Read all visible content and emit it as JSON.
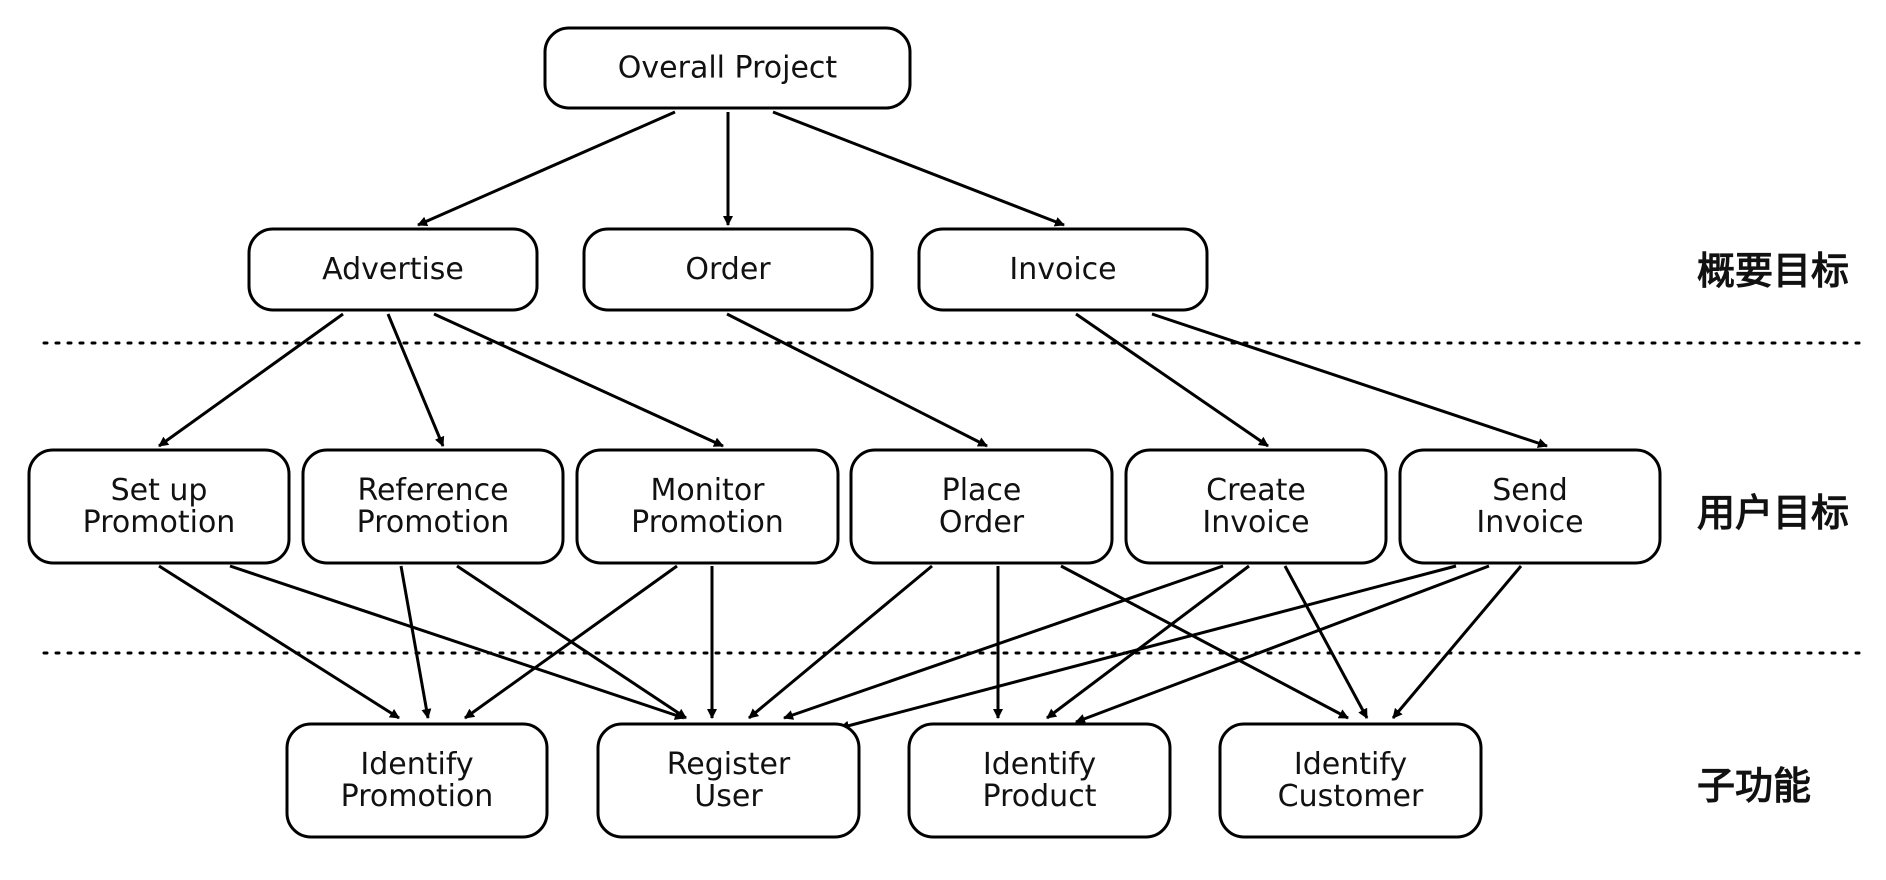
{
  "colors": {
    "line": "#000000",
    "box_fill": "#ffffff",
    "text": "#111111"
  },
  "levels": [
    {
      "id": "summary",
      "label": "概要目标"
    },
    {
      "id": "user",
      "label": "用户目标"
    },
    {
      "id": "sub",
      "label": "子功能"
    }
  ],
  "nodes": [
    {
      "id": "overall",
      "lines": [
        "Overall Project"
      ]
    },
    {
      "id": "advertise",
      "lines": [
        "Advertise"
      ]
    },
    {
      "id": "order",
      "lines": [
        "Order"
      ]
    },
    {
      "id": "invoice",
      "lines": [
        "Invoice"
      ]
    },
    {
      "id": "setup-promotion",
      "lines": [
        "Set up",
        "Promotion"
      ]
    },
    {
      "id": "reference-promotion",
      "lines": [
        "Reference",
        "Promotion"
      ]
    },
    {
      "id": "monitor-promotion",
      "lines": [
        "Monitor",
        "Promotion"
      ]
    },
    {
      "id": "place-order",
      "lines": [
        "Place",
        "Order"
      ]
    },
    {
      "id": "create-invoice",
      "lines": [
        "Create",
        "Invoice"
      ]
    },
    {
      "id": "send-invoice",
      "lines": [
        "Send",
        "Invoice"
      ]
    },
    {
      "id": "identify-promotion",
      "lines": [
        "Identify",
        "Promotion"
      ]
    },
    {
      "id": "register-user",
      "lines": [
        "Register",
        "User"
      ]
    },
    {
      "id": "identify-product",
      "lines": [
        "Identify",
        "Product"
      ]
    },
    {
      "id": "identify-customer",
      "lines": [
        "Identify",
        "Customer"
      ]
    }
  ],
  "edges": [
    {
      "from": "overall",
      "to": "advertise"
    },
    {
      "from": "overall",
      "to": "order"
    },
    {
      "from": "overall",
      "to": "invoice"
    },
    {
      "from": "advertise",
      "to": "setup-promotion"
    },
    {
      "from": "advertise",
      "to": "reference-promotion"
    },
    {
      "from": "advertise",
      "to": "monitor-promotion"
    },
    {
      "from": "order",
      "to": "place-order"
    },
    {
      "from": "invoice",
      "to": "create-invoice"
    },
    {
      "from": "invoice",
      "to": "send-invoice"
    },
    {
      "from": "setup-promotion",
      "to": "identify-promotion"
    },
    {
      "from": "setup-promotion",
      "to": "register-user"
    },
    {
      "from": "reference-promotion",
      "to": "identify-promotion"
    },
    {
      "from": "reference-promotion",
      "to": "register-user"
    },
    {
      "from": "monitor-promotion",
      "to": "identify-promotion"
    },
    {
      "from": "monitor-promotion",
      "to": "register-user"
    },
    {
      "from": "place-order",
      "to": "register-user"
    },
    {
      "from": "place-order",
      "to": "identify-product"
    },
    {
      "from": "place-order",
      "to": "identify-customer"
    },
    {
      "from": "create-invoice",
      "to": "register-user"
    },
    {
      "from": "create-invoice",
      "to": "identify-product"
    },
    {
      "from": "create-invoice",
      "to": "identify-customer"
    },
    {
      "from": "send-invoice",
      "to": "register-user"
    },
    {
      "from": "send-invoice",
      "to": "identify-product"
    },
    {
      "from": "send-invoice",
      "to": "identify-customer"
    }
  ]
}
